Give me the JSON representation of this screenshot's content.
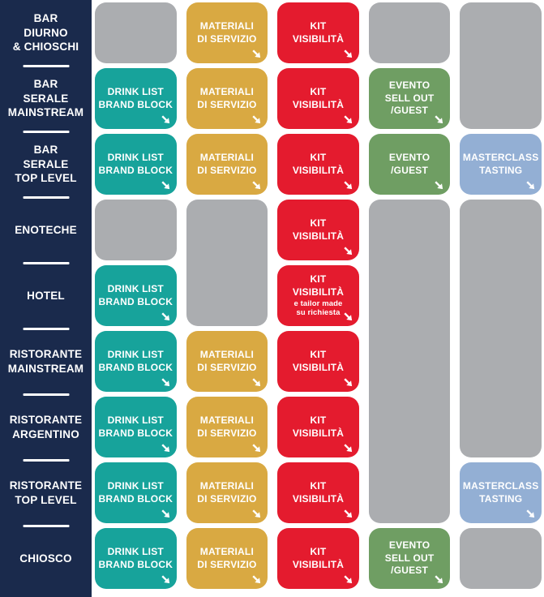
{
  "palette": {
    "navy": "#1A2A4C",
    "teal": "#17A39B",
    "gold": "#D9A942",
    "red": "#E41B2E",
    "green": "#6F9E63",
    "blue": "#93AFD4",
    "gray": "#ABADB0",
    "text": "#FFFFFF"
  },
  "icons": {
    "card_arrow": "arrow-down-right"
  },
  "sidebar": {
    "rows": [
      {
        "label": "BAR\nDIURNO\n& CHIOSCHI"
      },
      {
        "label": "BAR\nSERALE\nMAINSTREAM"
      },
      {
        "label": "BAR\nSERALE\nTOP LEVEL"
      },
      {
        "label": "ENOTECHE"
      },
      {
        "label": "HOTEL"
      },
      {
        "label": "RISTORANTE\nMAINSTREAM"
      },
      {
        "label": "RISTORANTE\nARGENTINO"
      },
      {
        "label": "RISTORANTE\nTOP LEVEL"
      },
      {
        "label": "CHIOSCO"
      }
    ]
  },
  "cells": [
    {
      "type": "empty"
    },
    {
      "type": "materiali-di-servizio",
      "label": "MATERIALI\nDI SERVIZIO",
      "arrow": true
    },
    {
      "type": "kit-visibilita",
      "label": "KIT\nVISIBILITÀ",
      "arrow": true
    },
    {
      "type": "empty"
    },
    {
      "type": "empty"
    },
    {
      "type": "drink-list-brand-block",
      "label": "DRINK LIST\nBRAND BLOCK",
      "arrow": true
    },
    {
      "type": "materiali-di-servizio",
      "label": "MATERIALI\nDI SERVIZIO",
      "arrow": true
    },
    {
      "type": "kit-visibilita",
      "label": "KIT\nVISIBILITÀ",
      "arrow": true
    },
    {
      "type": "evento-sell-out-guest",
      "label": "EVENTO\nSELL OUT\n/GUEST",
      "arrow": true
    },
    {
      "type": "drink-list-brand-block",
      "label": "DRINK LIST\nBRAND BLOCK",
      "arrow": true
    },
    {
      "type": "materiali-di-servizio",
      "label": "MATERIALI\nDI SERVIZIO",
      "arrow": true
    },
    {
      "type": "kit-visibilita",
      "label": "KIT\nVISIBILITÀ",
      "arrow": true
    },
    {
      "type": "evento-guest",
      "label": "EVENTO\n/GUEST",
      "arrow": true
    },
    {
      "type": "masterclass-tasting",
      "label": "MASTERCLASS\nTASTING",
      "arrow": true
    },
    {
      "type": "empty"
    },
    {
      "type": "empty"
    },
    {
      "type": "kit-visibilita",
      "label": "KIT\nVISIBILITÀ",
      "arrow": true
    },
    {
      "type": "empty"
    },
    {
      "type": "empty"
    },
    {
      "type": "drink-list-brand-block",
      "label": "DRINK LIST\nBRAND BLOCK",
      "arrow": true
    },
    {
      "type": "kit-visibilita-tailor-made",
      "label": "KIT\nVISIBILITÀ",
      "sublabel": "e tailor made\nsu richiesta",
      "arrow": true
    },
    {
      "type": "drink-list-brand-block",
      "label": "DRINK LIST\nBRAND BLOCK",
      "arrow": true
    },
    {
      "type": "materiali-di-servizio",
      "label": "MATERIALI\nDI SERVIZIO",
      "arrow": true
    },
    {
      "type": "kit-visibilita",
      "label": "KIT\nVISIBILITÀ",
      "arrow": true
    },
    {
      "type": "drink-list-brand-block",
      "label": "DRINK LIST\nBRAND BLOCK",
      "arrow": true
    },
    {
      "type": "materiali-di-servizio",
      "label": "MATERIALI\nDI SERVIZIO",
      "arrow": true
    },
    {
      "type": "kit-visibilita",
      "label": "KIT\nVISIBILITÀ",
      "arrow": true
    },
    {
      "type": "drink-list-brand-block",
      "label": "DRINK LIST\nBRAND BLOCK",
      "arrow": true
    },
    {
      "type": "materiali-di-servizio",
      "label": "MATERIALI\nDI SERVIZIO",
      "arrow": true
    },
    {
      "type": "kit-visibilita",
      "label": "KIT\nVISIBILITÀ",
      "arrow": true
    },
    {
      "type": "masterclass-tasting",
      "label": "MASTERCLASS\nTASTING",
      "arrow": true
    },
    {
      "type": "drink-list-brand-block",
      "label": "DRINK LIST\nBRAND BLOCK",
      "arrow": true
    },
    {
      "type": "materiali-di-servizio",
      "label": "MATERIALI\nDI SERVIZIO",
      "arrow": true
    },
    {
      "type": "kit-visibilita",
      "label": "KIT\nVISIBILITÀ",
      "arrow": true
    },
    {
      "type": "evento-sell-out-guest",
      "label": "EVENTO\nSELL OUT\n/GUEST",
      "arrow": true
    },
    {
      "type": "empty"
    }
  ]
}
